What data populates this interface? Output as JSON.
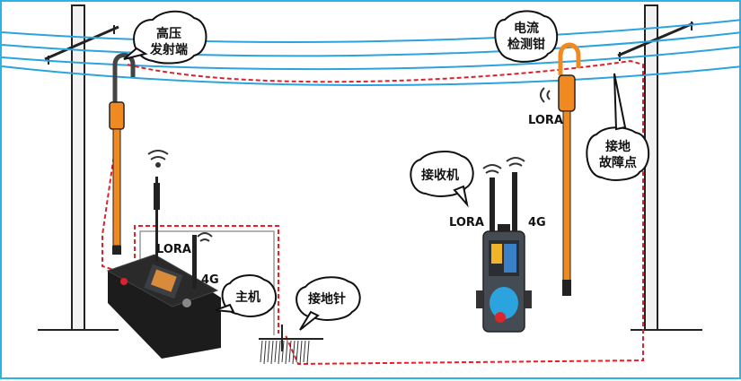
{
  "labels": {
    "transmitter": [
      "高压",
      "发射端"
    ],
    "clamp": [
      "电流",
      "检测钳"
    ],
    "fault": [
      "接地",
      "故障点"
    ],
    "receiver": "接收机",
    "host": "主机",
    "ground_pin": "接地针",
    "lora_host": "LORA",
    "g4_host": "4G",
    "lora_receiver": "LORA",
    "g4_receiver": "4G",
    "lora_clamp": "LORA"
  },
  "colors": {
    "wire": "#2ba3de",
    "dash": "#e0202a",
    "orange": "#f0891f",
    "pole": "#f2f2f2",
    "dark": "#1c1c1c"
  }
}
